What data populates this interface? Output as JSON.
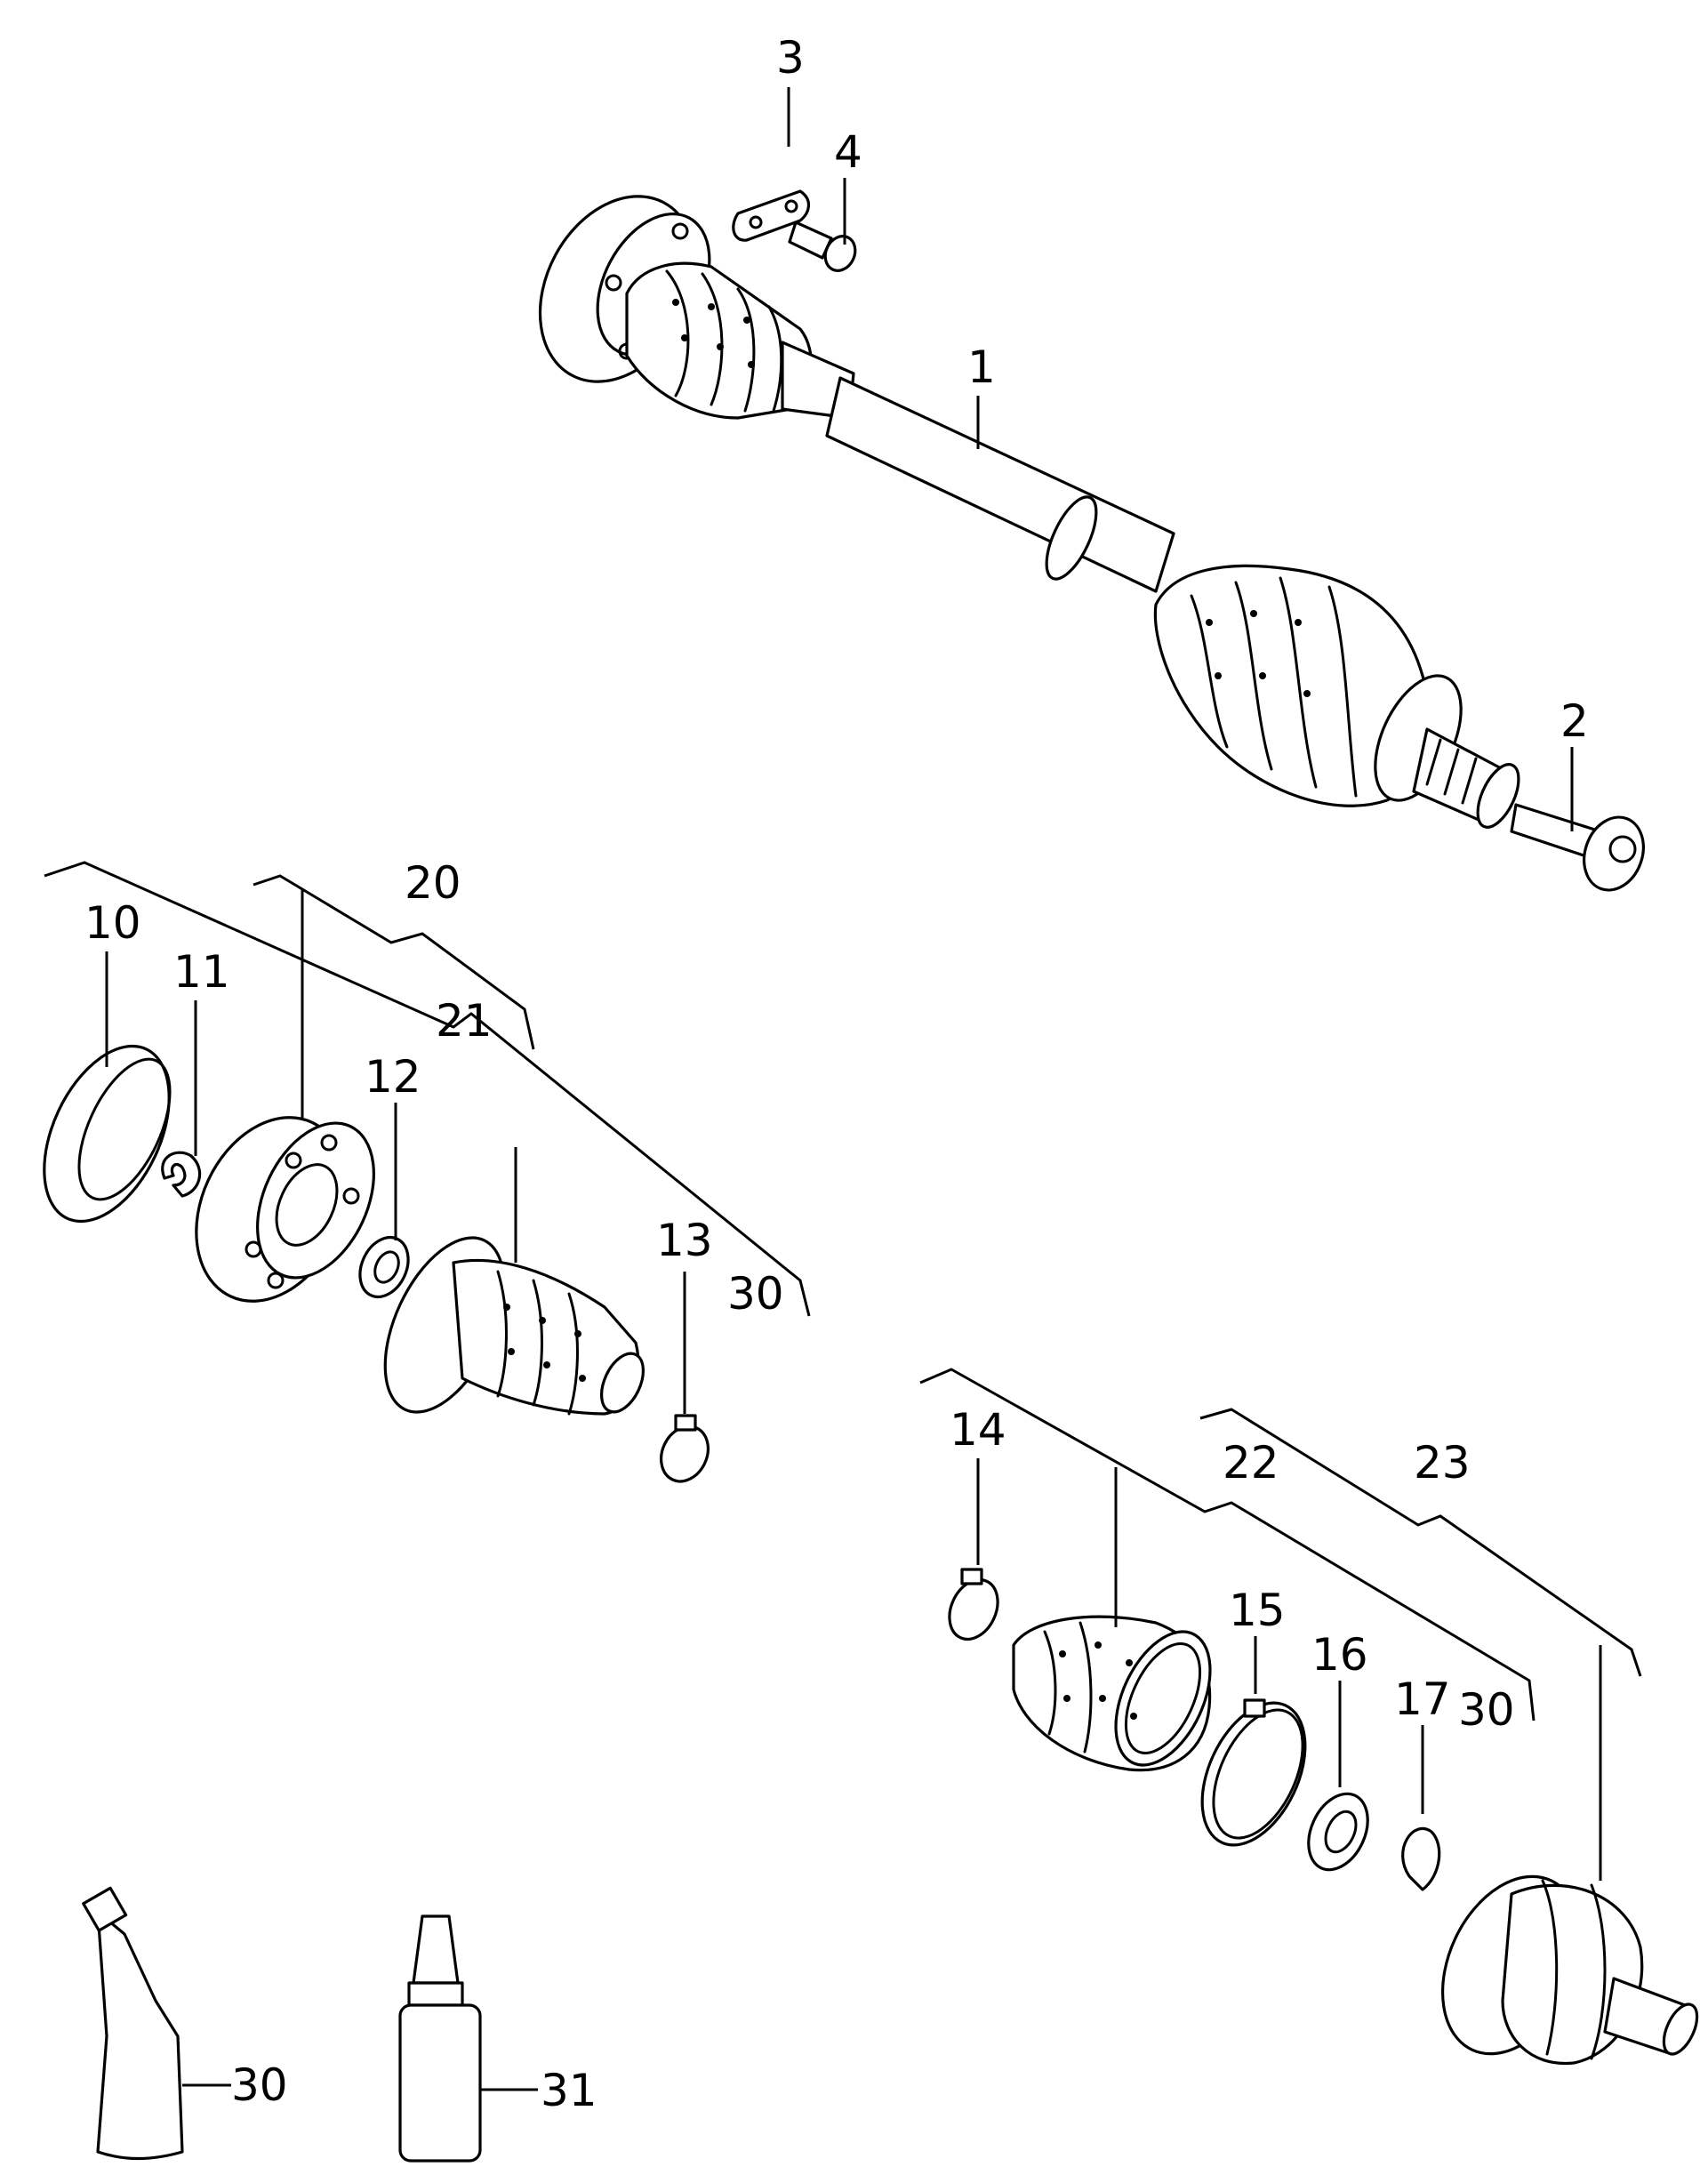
{
  "callouts": {
    "c1": "1",
    "c2": "2",
    "c3": "3",
    "c4": "4",
    "c10": "10",
    "c11": "11",
    "c12": "12",
    "c13": "13",
    "c14": "14",
    "c15": "15",
    "c16": "16",
    "c17": "17",
    "c20": "20",
    "c21": "21",
    "c22": "22",
    "c23": "23",
    "c30a": "30",
    "c30b": "30",
    "c30c": "30",
    "c31": "31"
  }
}
